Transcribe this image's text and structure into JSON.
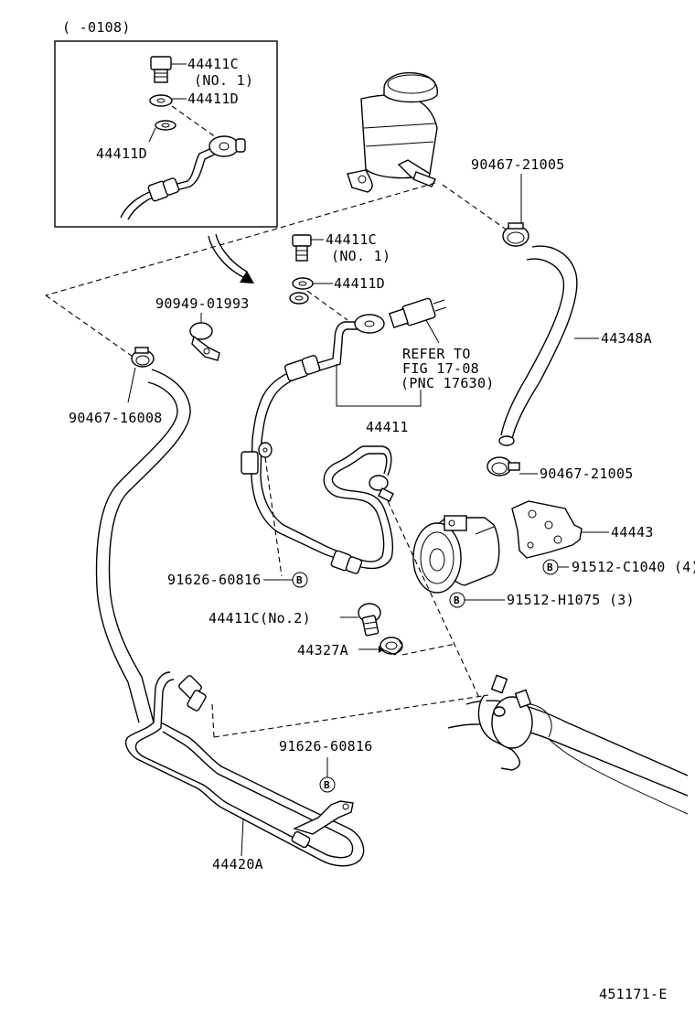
{
  "inset": {
    "date_range": "(      -0108)"
  },
  "labels": {
    "bolt_no1_inset": "44411C",
    "bolt_no1_inset_note": "(NO. 1)",
    "washer_inset_a": "44411D",
    "washer_inset_b": "44411D",
    "clamp_top": "90467-21005",
    "bolt_no1": "44411C",
    "bolt_no1_note": "(NO. 1)",
    "washer": "44411D",
    "switch_clamp": "90949-01993",
    "refer_line1": "REFER TO",
    "refer_line2": "FIG 17-08",
    "refer_line3": "(PNC 17630)",
    "hose_return": "44348A",
    "clamp_left": "90467-16008",
    "pressure_tube": "44411",
    "clamp_mid": "90467-21005",
    "bracket": "44443",
    "bolt_91512c": "91512-C1040 (4)",
    "bolt_91626_a": "91626-60816",
    "bolt_91512h": "91512-H1075 (3)",
    "bolt_no2": "44411C(No.2)",
    "clip_44327": "44327A",
    "bolt_91626_b": "91626-60816",
    "cooler_tube": "44420A",
    "b_marker": "B",
    "figure_id": "451171-E"
  }
}
